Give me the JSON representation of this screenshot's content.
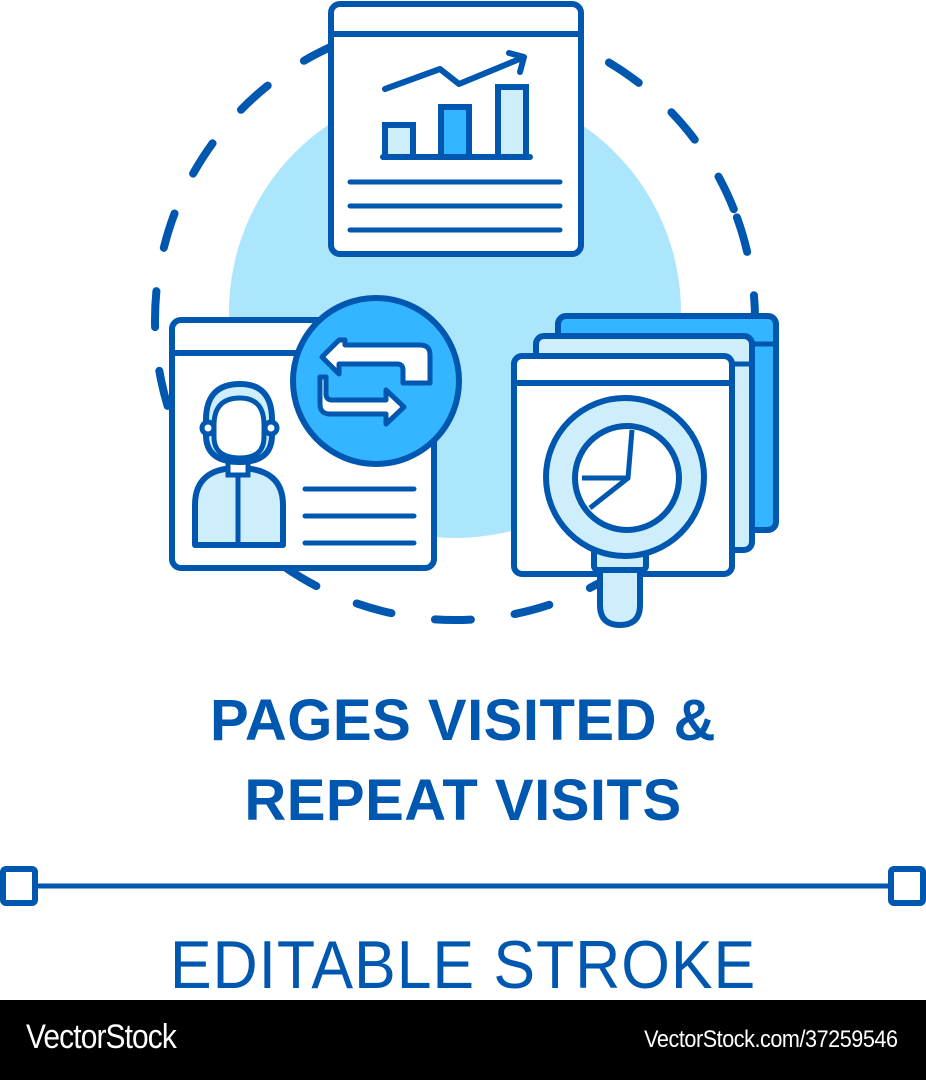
{
  "colors": {
    "stroke": "#0057b0",
    "background_circle": "#ace6fc",
    "light_fill": "#cfeefc",
    "bright_fill": "#33b5ff",
    "white": "#ffffff",
    "footer_bg": "#000000",
    "footer_text": "#ffffff"
  },
  "illustration": {
    "icons": [
      "bar-chart-report-window-icon",
      "user-profile-window-icon",
      "repeat-arrows-icon",
      "stacked-windows-icon",
      "magnifier-pie-chart-icon"
    ]
  },
  "title": {
    "line1": "PAGES VISITED &",
    "line2": "REPEAT VISITS"
  },
  "subtitle": "EDITABLE STROKE",
  "footer": {
    "brand": "VectorStock",
    "url": "VectorStock.com/37259546"
  }
}
